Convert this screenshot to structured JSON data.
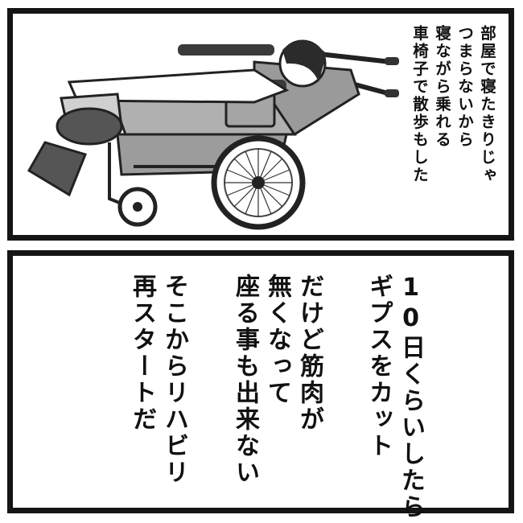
{
  "panel1": {
    "lines": [
      "部屋で寝たきりじゃ",
      "つまらないから",
      "寝ながら乗れる",
      "車椅子で散歩もした"
    ]
  },
  "panel2": {
    "lines": [
      "10日くらいしたら",
      "ギプスをカット",
      "だけど筋肉が",
      "無くなって",
      "座る事も出来ない",
      "そこからリハビリ",
      "再スタートだ"
    ]
  },
  "colors": {
    "border": "#151515",
    "text": "#111111",
    "wheelchair_gray": "#9a9a9a",
    "dark": "#333333"
  }
}
